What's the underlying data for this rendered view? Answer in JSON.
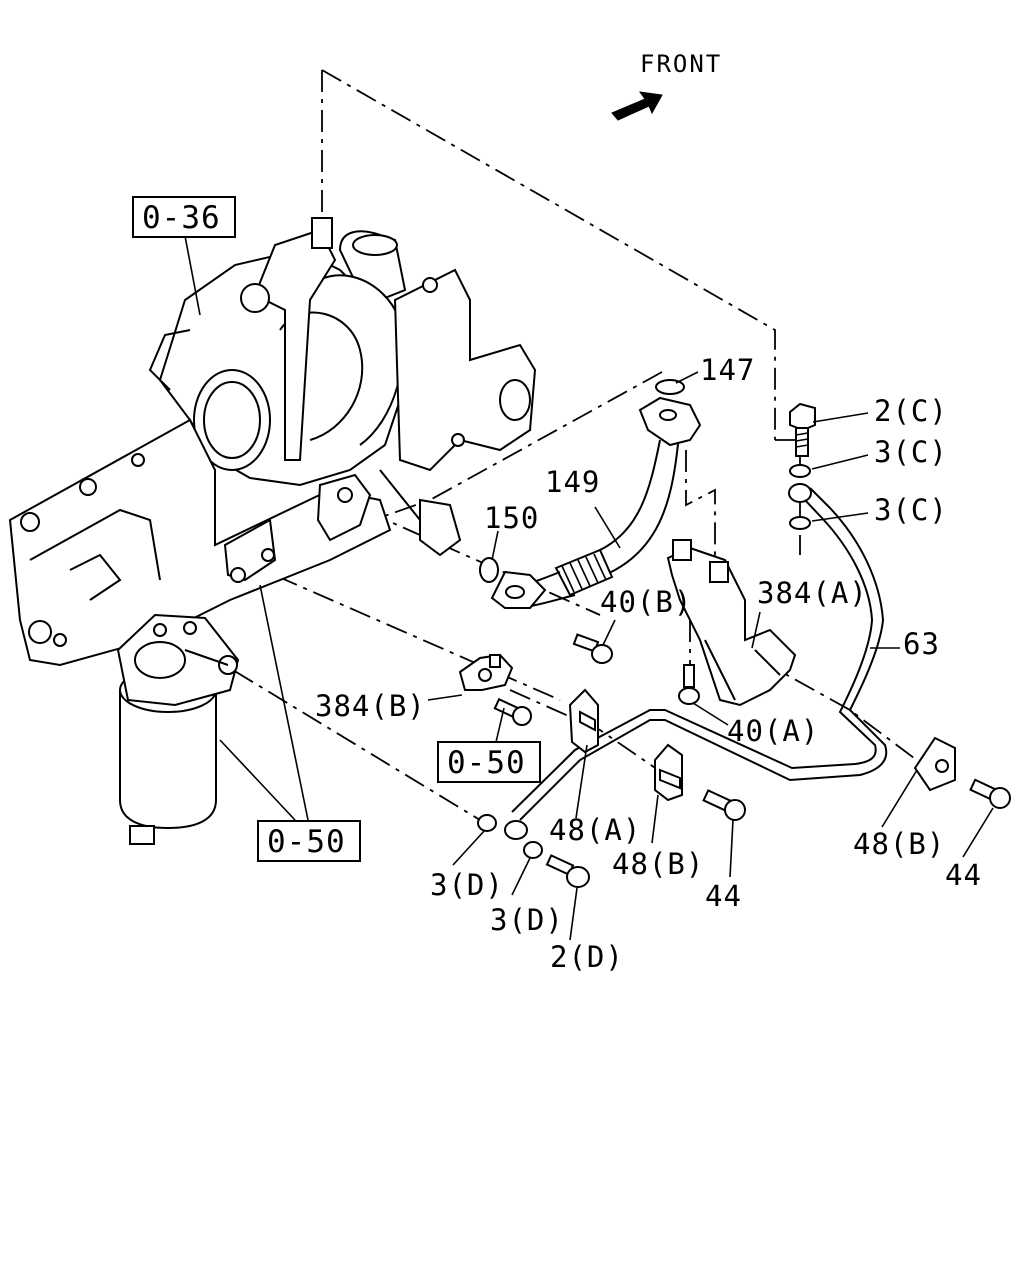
{
  "front_label": "FRONT",
  "refs": {
    "turbo_ref": "0-36",
    "bracket_ref": "0-50",
    "filter_ref": "0-50"
  },
  "callouts": {
    "p147": "147",
    "p2c": "2(C)",
    "p3c_a": "3(C)",
    "p3c_b": "3(C)",
    "p149": "149",
    "p150": "150",
    "p384a": "384(A)",
    "p40b": "40(B)",
    "p63": "63",
    "p384b": "384(B)",
    "p40a": "40(A)",
    "p48a": "48(A)",
    "p48b_left": "48(B)",
    "p48b_right": "48(B)",
    "p44_left": "44",
    "p44_right": "44",
    "p3d_a": "3(D)",
    "p3d_b": "3(D)",
    "p2d": "2(D)"
  }
}
